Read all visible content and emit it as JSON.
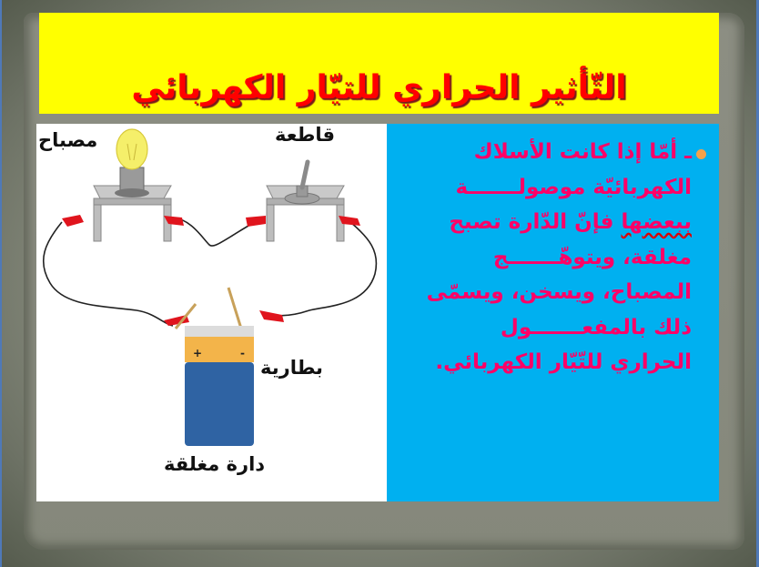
{
  "slide": {
    "title": "التّأثير الحراري للتيّار الكهربائي",
    "colors": {
      "title_bg": "#ffff00",
      "title_text": "#ff0000",
      "text_panel_bg": "#00b0f0",
      "body_text": "#ff0066",
      "bullet": "#f4a14a"
    }
  },
  "diagram": {
    "labels": {
      "lamp": "مصباح",
      "switch": "قاطعة",
      "battery": "بطارية",
      "caption": "دارة مغلقة"
    },
    "battery_signs": {
      "positive": "+",
      "negative": "-"
    }
  },
  "body": {
    "lines": [
      "ـ أمّا إذا كانت الأسلاك",
      "الكهربائيّة موصولـــــــة",
      "فإنّ الدّارة تصبح",
      "مغلقة، ويتوهّـــــــج",
      "المصباح، ويسخن، ويسمّى",
      "ذلك بالمفعـــــــول",
      "الحراري للتّيّار الكهربائي."
    ],
    "underlined_word": "ببعضها"
  }
}
